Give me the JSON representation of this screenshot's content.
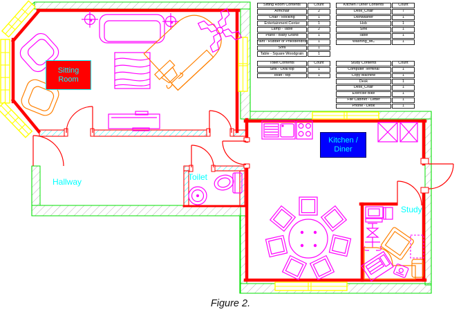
{
  "figure": {
    "caption": "Figure 2."
  },
  "labels": {
    "sitting_room": {
      "line1": "Sitting",
      "line2": "Room"
    },
    "kitchen_diner": {
      "line1": "Kitchen /",
      "line2": "Diner"
    },
    "hallway": "Hallway",
    "toilet": "Toilet",
    "study": "Study"
  },
  "tables": [
    {
      "id": "sitting-room-contents",
      "title": "Sitting Room Contents",
      "count_header": "Count",
      "rows": [
        [
          "Armchair",
          "2"
        ],
        [
          "Chair - Rocking",
          "1"
        ],
        [
          "Entertainment Center",
          "1"
        ],
        [
          "Lamp - Table",
          "2"
        ],
        [
          "Piano - Baby Grand",
          "1"
        ],
        [
          "Plant - Rubber or Philodendron",
          "1"
        ],
        [
          "Sofa",
          "1"
        ],
        [
          "Table - Square Woodgrain",
          "1"
        ]
      ]
    },
    {
      "id": "kitchen-diner-contents",
      "title": "Kitchen / Diner Contents",
      "count_header": "Count",
      "rows": [
        [
          "Desk_Chair",
          "7"
        ],
        [
          "Dishwasher",
          "1"
        ],
        [
          "Hob",
          "1"
        ],
        [
          "Sink",
          "1"
        ],
        [
          "Table",
          "1"
        ],
        [
          "Washing_MC",
          "1"
        ]
      ]
    },
    {
      "id": "toilet-contents",
      "title": "Toilet Contents",
      "count_header": "Count",
      "rows": [
        [
          "Sink - Oval top",
          "1"
        ],
        [
          "Toilet - top",
          "1"
        ]
      ]
    },
    {
      "id": "study-contents",
      "title": "Study Contents",
      "count_header": "Count",
      "rows": [
        [
          "Computer Terminal",
          "1"
        ],
        [
          "Copy Machine",
          "1"
        ],
        [
          "Desk",
          "1"
        ],
        [
          "Desk_Chair",
          "1"
        ],
        [
          "Exercise Bike",
          "1"
        ],
        [
          "File Cabinet - Letter",
          "1"
        ],
        [
          "Phone - Desk",
          "1"
        ]
      ]
    }
  ],
  "colors": {
    "wall": "#FF0000",
    "exterior": "#00E000",
    "window": "#FFFF00",
    "furniture_primary": "#FF00FF",
    "furniture_secondary": "#FF8000",
    "label_text": "#00FFFF",
    "sitting_label_bg": "#FF0000",
    "kitchen_label_bg": "#0000FF",
    "hatch_exterior": "#B3B3B3",
    "hatch_interior": "#00FFFF",
    "table_border": "#222222"
  }
}
